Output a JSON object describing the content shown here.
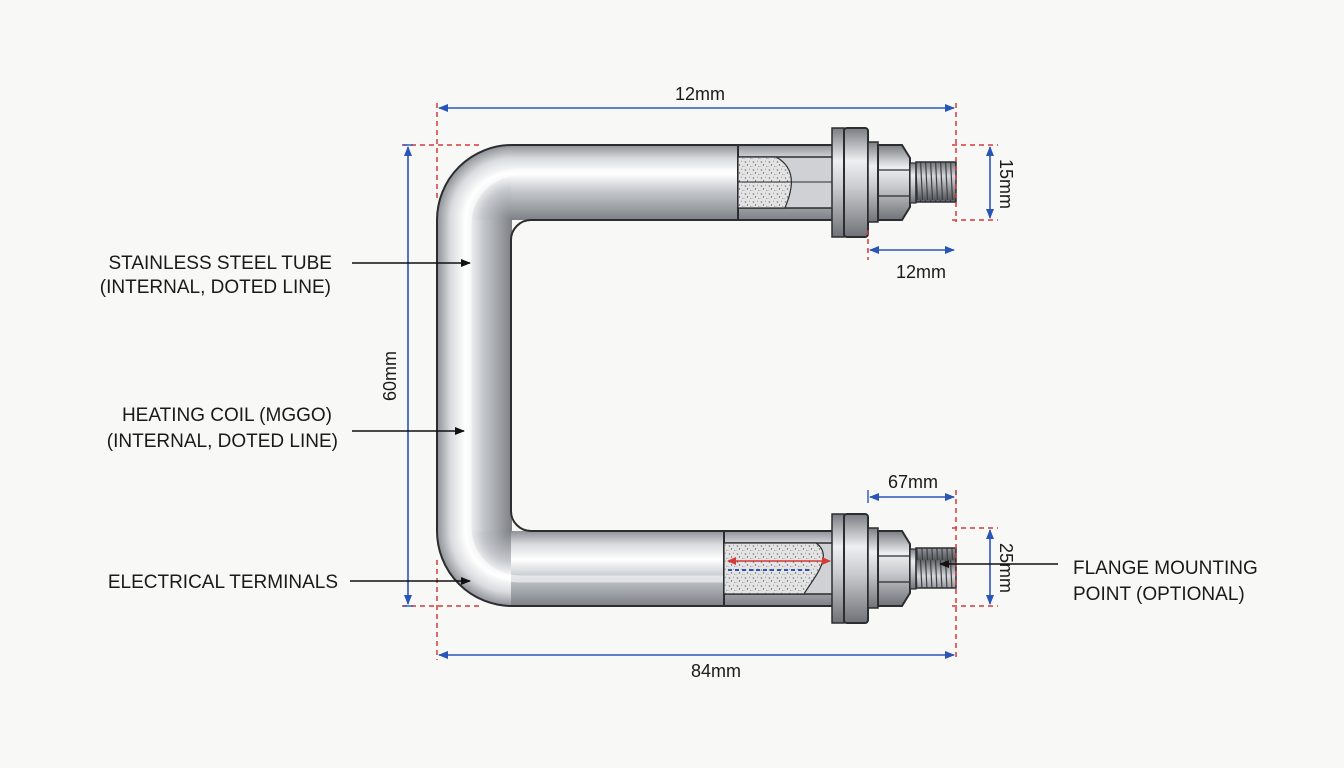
{
  "colors": {
    "background": "#f8f8f7",
    "dimension_line": "#2a55b8",
    "extension_line": "#d43a3a",
    "leader_line": "#111111",
    "tube_metal": "#b9bcc0",
    "insulation_fill": "#dcdcdc"
  },
  "dimensions": {
    "top_width": "12mm",
    "height": "60mm",
    "terminal_upper_height": "15mm",
    "terminal_upper_length": "12mm",
    "terminal_lower_length": "67mm",
    "terminal_lower_height": "25mm",
    "bottom_width": "84mm"
  },
  "callouts": {
    "stainless_tube": {
      "line1": "STAINLESS STEEL TUBE",
      "line2": "(INTERNAL, DOTED LINE)"
    },
    "heating_coil": {
      "line1": "HEATING COIL (MGGO)",
      "line2": "(INTERNAL, DOTED LINE)"
    },
    "electrical_terminals": {
      "line1": "ELECTRICAL TERMINALS"
    },
    "flange_mounting": {
      "line1": "FLANGE MOUNTING",
      "line2": "POINT (OPTIONAL)"
    }
  }
}
